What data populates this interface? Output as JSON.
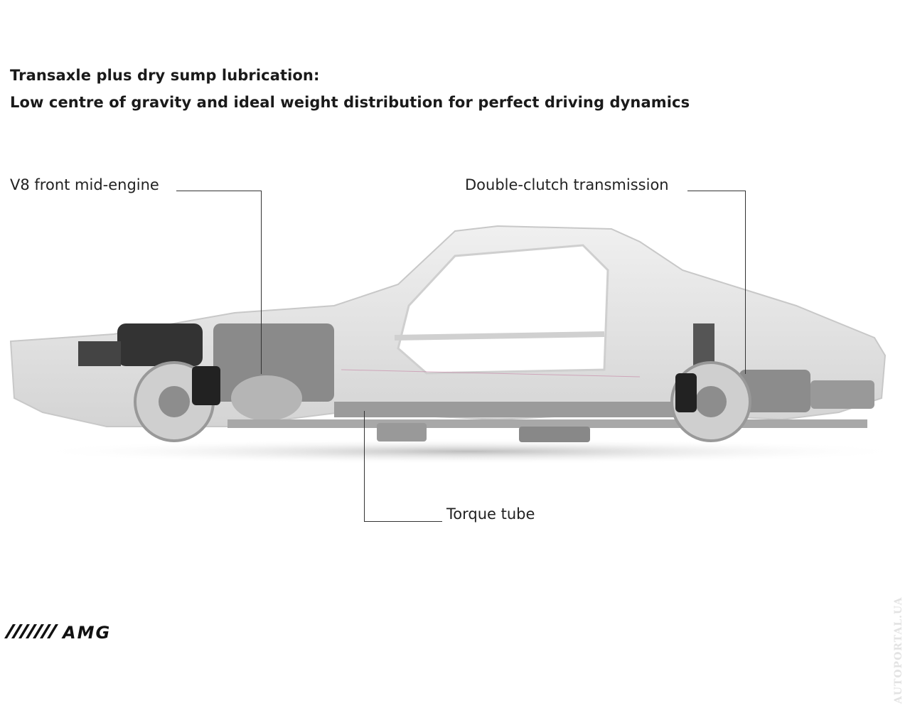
{
  "header": {
    "title_line1": "Transaxle plus dry sump lubrication:",
    "title_line2": "Low centre of gravity and ideal weight distribution for perfect driving dynamics"
  },
  "callouts": {
    "engine": "V8 front mid-engine",
    "transmission": "Double-clutch transmission",
    "torque_tube": "Torque tube"
  },
  "logo": {
    "text": "AMG"
  },
  "watermark": "AUTOPORTAL.UA"
}
